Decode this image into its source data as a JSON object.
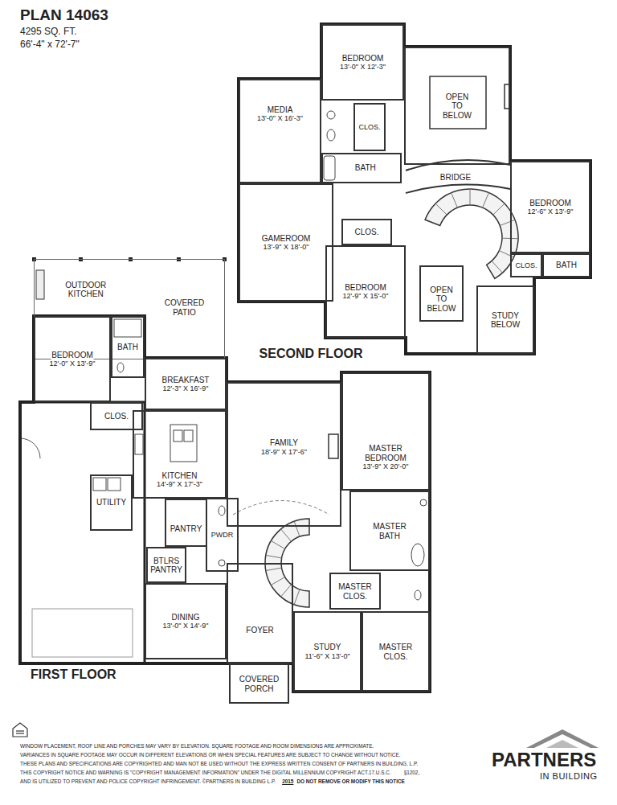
{
  "diagram": {
    "title": "PLAN 14063",
    "nodes": [
      {
        "text": [
          "BEDROOM",
          "13'-0\" X 12'-3\""
        ]
      },
      {
        "text": [
          "OPEN TO BELOW"
        ]
      },
      {
        "text": [
          "MEDIA",
          "13'-0\" X 16'-3\""
        ]
      },
      {
        "text": [
          "CLOS."
        ]
      },
      {
        "text": [
          "BATH"
        ]
      },
      {
        "text": [
          "BEDROOM",
          "12'-6\" X 13'-9\""
        ]
      },
      {
        "text": [
          "GAMEROOM",
          "13'-9\" X 18'-0\""
        ]
      },
      {
        "text": [
          "CLOS."
        ]
      },
      {
        "text": [
          "CLOS."
        ]
      },
      {
        "text": [
          "BATH"
        ]
      },
      {
        "text": [
          "BEDROOM",
          "12'-9\" X 15'-0\""
        ]
      },
      {
        "text": [
          "OPEN TO BELOW"
        ]
      },
      {
        "text": [
          "STUDY BELOW"
        ]
      },
      {
        "text": [
          "OUTDOOR KITCHEN",
          "COVERED PATIO"
        ]
      },
      {
        "text": [
          "BEDROOM",
          "12'-0\" X 13'-9\""
        ]
      },
      {
        "text": [
          "BATH"
        ]
      },
      {
        "text": [
          "BREAKFAST",
          "12'-3\" X 16'-9\""
        ]
      },
      {
        "text": [
          "MASTER BEDROOM",
          "13'-9\" X 20'-0\""
        ]
      },
      {
        "text": [
          "FAMILY",
          "18'-9\" X 17'-6\""
        ]
      },
      {
        "text": [
          "CLOS."
        ]
      },
      {
        "text": [
          "KITCHEN",
          "14'-9\" X 17'-3\""
        ]
      },
      {
        "text": [
          "UTILITY"
        ]
      },
      {
        "text": [
          "PANTRY"
        ]
      },
      {
        "text": [
          "PWDR"
        ]
      },
      {
        "text": [
          "MASTER BATH"
        ]
      },
      {
        "text": [
          "BTLRS PANTRY"
        ]
      },
      {
        "text": [
          "MASTER CLOS."
        ]
      },
      {
        "text": [
          "DINING",
          "13'-0\" X 14'-9\""
        ]
      },
      {
        "text": [
          "FOYER"
        ]
      },
      {
        "text": [
          "STUDY",
          "11'-6\" X 13'-0\""
        ]
      },
      {
        "text": [
          "MASTER CLOS."
        ]
      },
      {
        "text": [
          "COVERED PORCH"
        ]
      }
    ],
    "labels": [
      "4295 SQ. FT.",
      "66'-4\" x 72'-7\"",
      "BRIDGE",
      "SECOND FLOOR",
      "FIRST FLOOR",
      "WINDOW PLACEMENT, ROOF LINE AND PORCHES MAY VARY BY ELEVATION. SQUARE FOOTAGE AND ROOM DIMENSIONS ARE APPROXIMATE.",
      "VARIANCES IN SQUARE FOOTAGE MAY OCCUR IN DIFFERENT ELEVATIONS OR WHEN SPECIAL FEATURES ARE SUBJECT TO CHANGE WITHOUT NOTICE.",
      "THESE PLANS AND SPECIFICATIONS ARE COPYRIGHTED AND MAN NOT BE USED WITHOUT THE EXPRESS WRITTEN CONSENT OF PARTNERS IN BUILDING, L.P.",
      "THIS COPYRIGHT NOTICE AND WARNING IS \"COPYRIGHT MANAGEMENT INFORMATION\" UNDER THE DIGITAL MILLENNIUM COPYRIGHT ACT.17.U.S.C.",
      "§1202,",
      "AND IS UTILIZED TO PREVENT AND POLICE COPYRIGHT INFRINGEMENT. ©PARTNERS IN BUILDING L.P.",
      "2015",
      "DO NOT REMOVE OR MODIFY THIS NOTICE",
      "PARTNERS",
      "IN BUILDING"
    ]
  }
}
